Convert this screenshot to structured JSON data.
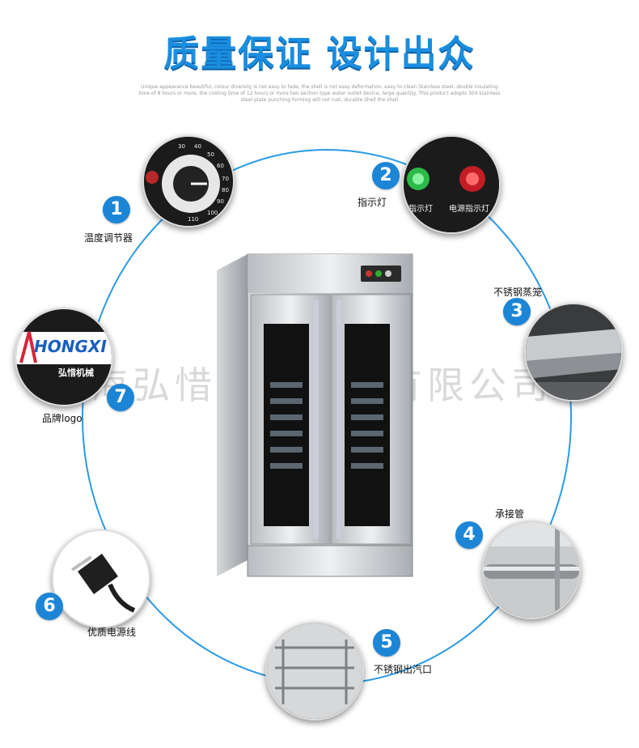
{
  "header": {
    "title": "质量保证  设计出众",
    "subtitle": "Unique appearance beautiful, colour diversity is not easy to fade, the shell is not easy deformation, easy to clean Stainless steel, double insulating time of 8 hours or more, the cooling time of 12 hours or more two section type water outlet device, large quantity. This product adopts 304 stainless steel plate punching forming will not rust, durable.Shell the shell"
  },
  "watermark": "上海弘惜机械制造有限公司",
  "features": [
    {
      "number": "1",
      "label": "温度调节器",
      "dial_ticks": [
        "30",
        "40",
        "50",
        "60",
        "70",
        "80",
        "90",
        "100",
        "110"
      ]
    },
    {
      "number": "2",
      "label": "指示灯",
      "sub_labels": [
        "指示灯",
        "电源指示灯"
      ]
    },
    {
      "number": "3",
      "label": "不锈钢蒸笼"
    },
    {
      "number": "4",
      "label": "承接管"
    },
    {
      "number": "5",
      "label": "不锈钢出汽口"
    },
    {
      "number": "6",
      "label": "优质电源线"
    },
    {
      "number": "7",
      "label": "品牌logo",
      "logo_text": "HONGXI",
      "logo_sub": "弘惜机械"
    }
  ],
  "colors": {
    "accent": "#1c85d6",
    "title": "#1a8ee0",
    "ring": "#2a9be8"
  }
}
